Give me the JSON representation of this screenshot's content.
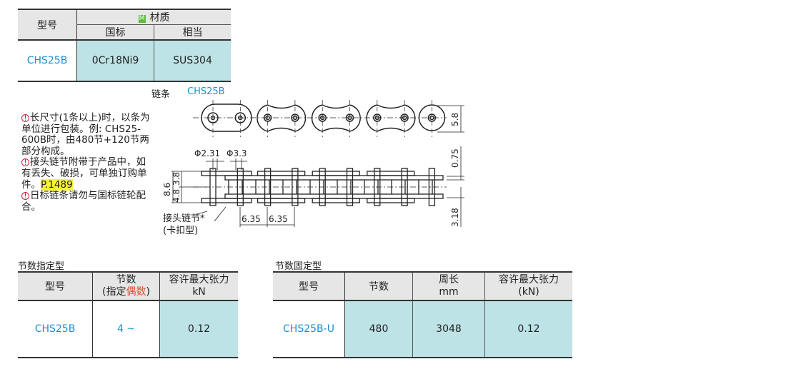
{
  "material_table": {
    "col_model": "型号",
    "col_material": "材质",
    "material_badge": "M",
    "col_gb": "国标",
    "col_equiv": "相当",
    "rows": [
      {
        "model": "CHS25B",
        "gb": "0Cr18Ni9",
        "equiv": "SUS304"
      }
    ]
  },
  "drawing": {
    "title": "链条",
    "model": "CHS25B",
    "dim_5_8": "5.8",
    "dim_phi231": "Φ2.31",
    "dim_phi33": "Φ3.3",
    "dim_075": "0.75",
    "dim_86": "8.6",
    "dim_38": "3.8",
    "dim_48": "4.8",
    "dim_318": "3.18",
    "dim_pitch1": "6.35",
    "dim_pitch2": "6.35",
    "joint_label": "接头链节*",
    "joint_sub": "(卡扣型)"
  },
  "notes": {
    "mark": "!",
    "n1": "长尺寸(1条以上)时，以条为单位进行包装。例: CHS25-600B时，由480节+120节两部分构成。",
    "n2": "接头链节附带于产品中，如有丢失、破损，可单独订购单件。",
    "n2_link": "P.1489",
    "n3": "日标链条请勿与国标链轮配合。"
  },
  "table_specified": {
    "title": "节数指定型",
    "col_model": "型号",
    "col_links": "节数",
    "col_links_sub_a": "(指定",
    "col_links_sub_b": "偶数",
    "col_links_sub_c": ")",
    "col_tension": "容许最大张力",
    "col_tension_unit": "kN",
    "rows": [
      {
        "model": "CHS25B",
        "links": "4 ~",
        "tension": "0.12"
      }
    ]
  },
  "table_fixed": {
    "title": "节数固定型",
    "col_model": "型号",
    "col_links": "节数",
    "col_length": "周长",
    "col_length_unit": "mm",
    "col_tension": "容许最大张力",
    "col_tension_unit": "(kN)",
    "rows": [
      {
        "model": "CHS25B-U",
        "links": "480",
        "length": "3048",
        "tension": "0.12"
      }
    ]
  }
}
